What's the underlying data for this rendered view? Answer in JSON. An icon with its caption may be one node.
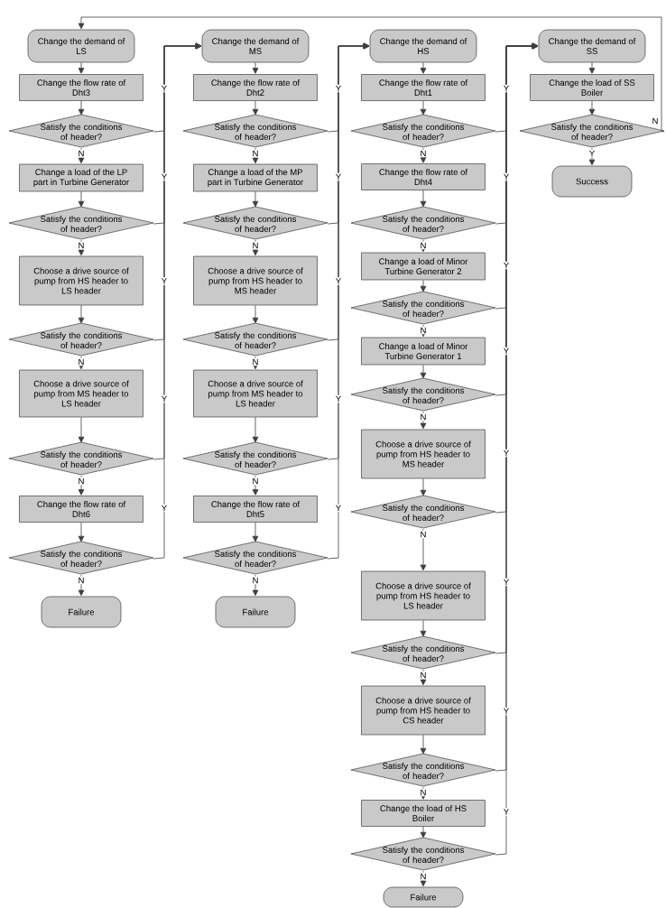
{
  "diagram": {
    "nodes": [
      {
        "text": [
          "Change the demand of LS"
        ]
      },
      {
        "text": [
          "Change the flow rate of Dht3"
        ]
      },
      {
        "text": [
          "Satisfy the conditions of header?"
        ]
      },
      {
        "text": [
          "Change a load of the LP part in Turbine Generator"
        ]
      },
      {
        "text": [
          "Satisfy the conditions of header?"
        ]
      },
      {
        "text": [
          "Choose a drive source of pump from HS header to LS header"
        ]
      },
      {
        "text": [
          "Satisfy the conditions of header?"
        ]
      },
      {
        "text": [
          "Choose a drive source of pump from MS header to LS header"
        ]
      },
      {
        "text": [
          "Satisfy the conditions of header?"
        ]
      },
      {
        "text": [
          "Change the flow rate of Dht6"
        ]
      },
      {
        "text": [
          "Satisfy the conditions of header?"
        ]
      },
      {
        "text": [
          "Failure"
        ]
      },
      {
        "text": [
          "Change the demand of MS"
        ]
      },
      {
        "text": [
          "Change the flow rate of Dht2"
        ]
      },
      {
        "text": [
          "Satisfy the conditions of header?"
        ]
      },
      {
        "text": [
          "Change a load of the MP part in Turbine Generator"
        ]
      },
      {
        "text": [
          "Satisfy the conditions of header?"
        ]
      },
      {
        "text": [
          "Choose a drive source of pump from HS header to MS header"
        ]
      },
      {
        "text": [
          "Satisfy the conditions of header?"
        ]
      },
      {
        "text": [
          "Choose a drive source of pump from MS header to LS header"
        ]
      },
      {
        "text": [
          "Satisfy the conditions of header?"
        ]
      },
      {
        "text": [
          "Change the flow rate of Dht5"
        ]
      },
      {
        "text": [
          "Satisfy the conditions of header?"
        ]
      },
      {
        "text": [
          "Failure"
        ]
      },
      {
        "text": [
          "Change the demand of HS"
        ]
      },
      {
        "text": [
          "Change the flow rate of Dht1"
        ]
      },
      {
        "text": [
          "Satisfy the conditions of header?"
        ]
      },
      {
        "text": [
          "Change the flow rate of Dht4"
        ]
      },
      {
        "text": [
          "Satisfy the conditions of header?"
        ]
      },
      {
        "text": [
          "Change a load of Minor Turbine Generator 2"
        ]
      },
      {
        "text": [
          "Satisfy the conditions of header?"
        ]
      },
      {
        "text": [
          "Change a load of Minor Turbine Generator 1"
        ]
      },
      {
        "text": [
          "Satisfy the conditions of header?"
        ]
      },
      {
        "text": [
          "Choose a drive source of pump from HS header to MS header"
        ]
      },
      {
        "text": [
          "Satisfy the conditions of header?"
        ]
      },
      {
        "text": [
          "Choose a drive source of pump from HS header to LS header"
        ]
      },
      {
        "text": [
          "Satisfy the conditions of header?"
        ]
      },
      {
        "text": [
          "Choose a drive source of pump from HS header to CS header"
        ]
      },
      {
        "text": [
          "Satisfy the conditions of header?"
        ]
      },
      {
        "text": [
          "Change the load of HS Boiler"
        ]
      },
      {
        "text": [
          "Satisfy the conditions of header?"
        ]
      },
      {
        "text": [
          "Failure"
        ]
      },
      {
        "text": [
          "Change the demand of SS"
        ]
      },
      {
        "text": [
          "Change the load of SS Boiler"
        ]
      },
      {
        "text": [
          "Satisfy the conditions of header?"
        ]
      },
      {
        "text": [
          "Success"
        ]
      }
    ],
    "edges": [
      {
        "from": 0,
        "to": 1,
        "arrow": "to"
      },
      {
        "from": 1,
        "to": 2,
        "arrow": "to"
      },
      {
        "from": 2,
        "to": 3,
        "arrow": "to",
        "label": "N"
      },
      {
        "from": 3,
        "to": 4,
        "arrow": "to"
      },
      {
        "from": 4,
        "to": 5,
        "arrow": "to",
        "label": "N"
      },
      {
        "from": 5,
        "to": 6,
        "arrow": "to"
      },
      {
        "from": 6,
        "to": 7,
        "arrow": "to",
        "label": "N"
      },
      {
        "from": 7,
        "to": 8,
        "arrow": "to"
      },
      {
        "from": 8,
        "to": 9,
        "arrow": "to",
        "label": "N"
      },
      {
        "from": 9,
        "to": 10,
        "arrow": "to"
      },
      {
        "from": 10,
        "to": 11,
        "arrow": "to",
        "label": "N"
      },
      {
        "from": 2,
        "to": 12,
        "arrow": "to",
        "label": "Y"
      },
      {
        "from": 4,
        "to": 12,
        "arrow": "to",
        "label": "Y"
      },
      {
        "from": 6,
        "to": 12,
        "arrow": "to",
        "label": "Y"
      },
      {
        "from": 8,
        "to": 12,
        "arrow": "to",
        "label": "Y"
      },
      {
        "from": 10,
        "to": 12,
        "arrow": "to",
        "label": "Y"
      },
      {
        "from": 12,
        "to": 13,
        "arrow": "to"
      },
      {
        "from": 13,
        "to": 14,
        "arrow": "to"
      },
      {
        "from": 14,
        "to": 15,
        "arrow": "to",
        "label": "N"
      },
      {
        "from": 15,
        "to": 16,
        "arrow": "to"
      },
      {
        "from": 16,
        "to": 17,
        "arrow": "to",
        "label": "N"
      },
      {
        "from": 17,
        "to": 18,
        "arrow": "to"
      },
      {
        "from": 18,
        "to": 19,
        "arrow": "to",
        "label": "N"
      },
      {
        "from": 19,
        "to": 20,
        "arrow": "to"
      },
      {
        "from": 20,
        "to": 21,
        "arrow": "to",
        "label": "N"
      },
      {
        "from": 21,
        "to": 22,
        "arrow": "to"
      },
      {
        "from": 22,
        "to": 23,
        "arrow": "to",
        "label": "N"
      },
      {
        "from": 14,
        "to": 24,
        "arrow": "to",
        "label": "Y"
      },
      {
        "from": 16,
        "to": 24,
        "arrow": "to",
        "label": "Y"
      },
      {
        "from": 18,
        "to": 24,
        "arrow": "to",
        "label": "Y"
      },
      {
        "from": 20,
        "to": 24,
        "arrow": "to",
        "label": "Y"
      },
      {
        "from": 22,
        "to": 24,
        "arrow": "to",
        "label": "Y"
      },
      {
        "from": 24,
        "to": 25,
        "arrow": "to"
      },
      {
        "from": 25,
        "to": 26,
        "arrow": "to"
      },
      {
        "from": 26,
        "to": 27,
        "arrow": "to",
        "label": "N"
      },
      {
        "from": 27,
        "to": 28,
        "arrow": "to"
      },
      {
        "from": 28,
        "to": 29,
        "arrow": "to",
        "label": "N"
      },
      {
        "from": 29,
        "to": 30,
        "arrow": "to"
      },
      {
        "from": 30,
        "to": 31,
        "arrow": "to",
        "label": "N"
      },
      {
        "from": 31,
        "to": 32,
        "arrow": "to"
      },
      {
        "from": 32,
        "to": 33,
        "arrow": "to",
        "label": "N"
      },
      {
        "from": 33,
        "to": 34,
        "arrow": "to"
      },
      {
        "from": 34,
        "to": 35,
        "arrow": "to",
        "label": "N"
      },
      {
        "from": 35,
        "to": 36,
        "arrow": "to"
      },
      {
        "from": 36,
        "to": 37,
        "arrow": "to",
        "label": "N"
      },
      {
        "from": 37,
        "to": 38,
        "arrow": "to"
      },
      {
        "from": 38,
        "to": 39,
        "arrow": "to",
        "label": "N"
      },
      {
        "from": 39,
        "to": 40,
        "arrow": "to"
      },
      {
        "from": 40,
        "to": 41,
        "arrow": "to",
        "label": "N"
      },
      {
        "from": 26,
        "to": 42,
        "arrow": "to",
        "label": "Y"
      },
      {
        "from": 28,
        "to": 42,
        "arrow": "to",
        "label": "Y"
      },
      {
        "from": 30,
        "to": 42,
        "arrow": "to",
        "label": "Y"
      },
      {
        "from": 32,
        "to": 42,
        "arrow": "to",
        "label": "Y"
      },
      {
        "from": 34,
        "to": 42,
        "arrow": "to",
        "label": "Y"
      },
      {
        "from": 36,
        "to": 42,
        "arrow": "to",
        "label": "Y"
      },
      {
        "from": 38,
        "to": 42,
        "arrow": "to",
        "label": "Y"
      },
      {
        "from": 40,
        "to": 42,
        "arrow": "to",
        "label": "Y"
      },
      {
        "from": 42,
        "to": 43,
        "arrow": "to"
      },
      {
        "from": 43,
        "to": 44,
        "arrow": "to"
      },
      {
        "from": 44,
        "to": 45,
        "arrow": "to",
        "label": "Y"
      },
      {
        "from": 44,
        "to": 0,
        "arrow": "to",
        "label": "N"
      }
    ]
  }
}
